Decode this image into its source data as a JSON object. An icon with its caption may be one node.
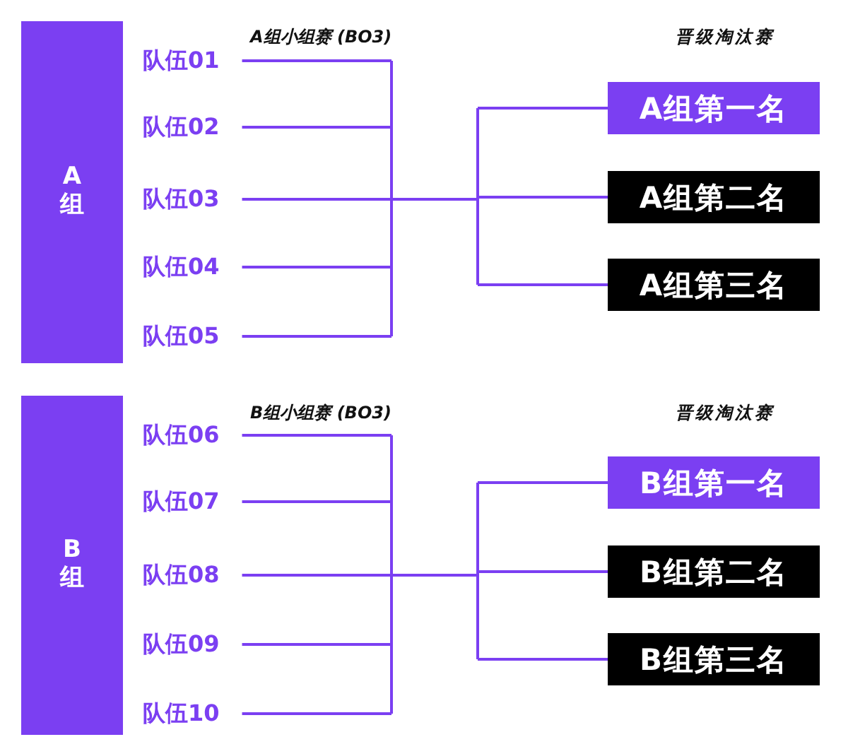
{
  "diagram": {
    "nodes": [
      {
        "text": [
          "A组"
        ]
      },
      {
        "text": [
          "队伍01"
        ]
      },
      {
        "text": [
          "队伍02"
        ]
      },
      {
        "text": [
          "队伍03"
        ]
      },
      {
        "text": [
          "队伍04"
        ]
      },
      {
        "text": [
          "队伍05"
        ]
      },
      {
        "text": [
          "A组第一名"
        ]
      },
      {
        "text": [
          "A组第二名"
        ]
      },
      {
        "text": [
          "A组第三名"
        ]
      },
      {
        "text": [
          "B组"
        ]
      },
      {
        "text": [
          "队伍06"
        ]
      },
      {
        "text": [
          "队伍07"
        ]
      },
      {
        "text": [
          "队伍08"
        ]
      },
      {
        "text": [
          "队伍09"
        ]
      },
      {
        "text": [
          "队伍10"
        ]
      },
      {
        "text": [
          "B组第一名"
        ]
      },
      {
        "text": [
          "B组第二名"
        ]
      },
      {
        "text": [
          "B组第三名"
        ]
      }
    ],
    "edges": [
      {
        "from": 1,
        "to": 6,
        "arrow": "none"
      },
      {
        "from": 1,
        "to": 7,
        "arrow": "none"
      },
      {
        "from": 1,
        "to": 8,
        "arrow": "none"
      },
      {
        "from": 2,
        "to": 6,
        "arrow": "none"
      },
      {
        "from": 2,
        "to": 7,
        "arrow": "none"
      },
      {
        "from": 2,
        "to": 8,
        "arrow": "none"
      },
      {
        "from": 3,
        "to": 6,
        "arrow": "none"
      },
      {
        "from": 3,
        "to": 7,
        "arrow": "none"
      },
      {
        "from": 3,
        "to": 8,
        "arrow": "none"
      },
      {
        "from": 4,
        "to": 6,
        "arrow": "none"
      },
      {
        "from": 4,
        "to": 7,
        "arrow": "none"
      },
      {
        "from": 4,
        "to": 8,
        "arrow": "none"
      },
      {
        "from": 5,
        "to": 6,
        "arrow": "none"
      },
      {
        "from": 5,
        "to": 7,
        "arrow": "none"
      },
      {
        "from": 5,
        "to": 8,
        "arrow": "none"
      },
      {
        "from": 10,
        "to": 15,
        "arrow": "none"
      },
      {
        "from": 10,
        "to": 16,
        "arrow": "none"
      },
      {
        "from": 10,
        "to": 17,
        "arrow": "none"
      },
      {
        "from": 11,
        "to": 15,
        "arrow": "none"
      },
      {
        "from": 11,
        "to": 16,
        "arrow": "none"
      },
      {
        "from": 11,
        "to": 17,
        "arrow": "none"
      },
      {
        "from": 12,
        "to": 15,
        "arrow": "none"
      },
      {
        "from": 12,
        "to": 16,
        "arrow": "none"
      },
      {
        "from": 12,
        "to": 17,
        "arrow": "none"
      },
      {
        "from": 13,
        "to": 15,
        "arrow": "none"
      },
      {
        "from": 13,
        "to": 16,
        "arrow": "none"
      },
      {
        "from": 13,
        "to": 17,
        "arrow": "none"
      },
      {
        "from": 14,
        "to": 15,
        "arrow": "none"
      },
      {
        "from": 14,
        "to": 16,
        "arrow": "none"
      },
      {
        "from": 14,
        "to": 17,
        "arrow": "none"
      }
    ],
    "labels": [
      "A组小组赛 (BO3)",
      "晋级淘汰赛",
      "B组小组赛 (BO3)",
      "晋级淘汰赛"
    ]
  }
}
